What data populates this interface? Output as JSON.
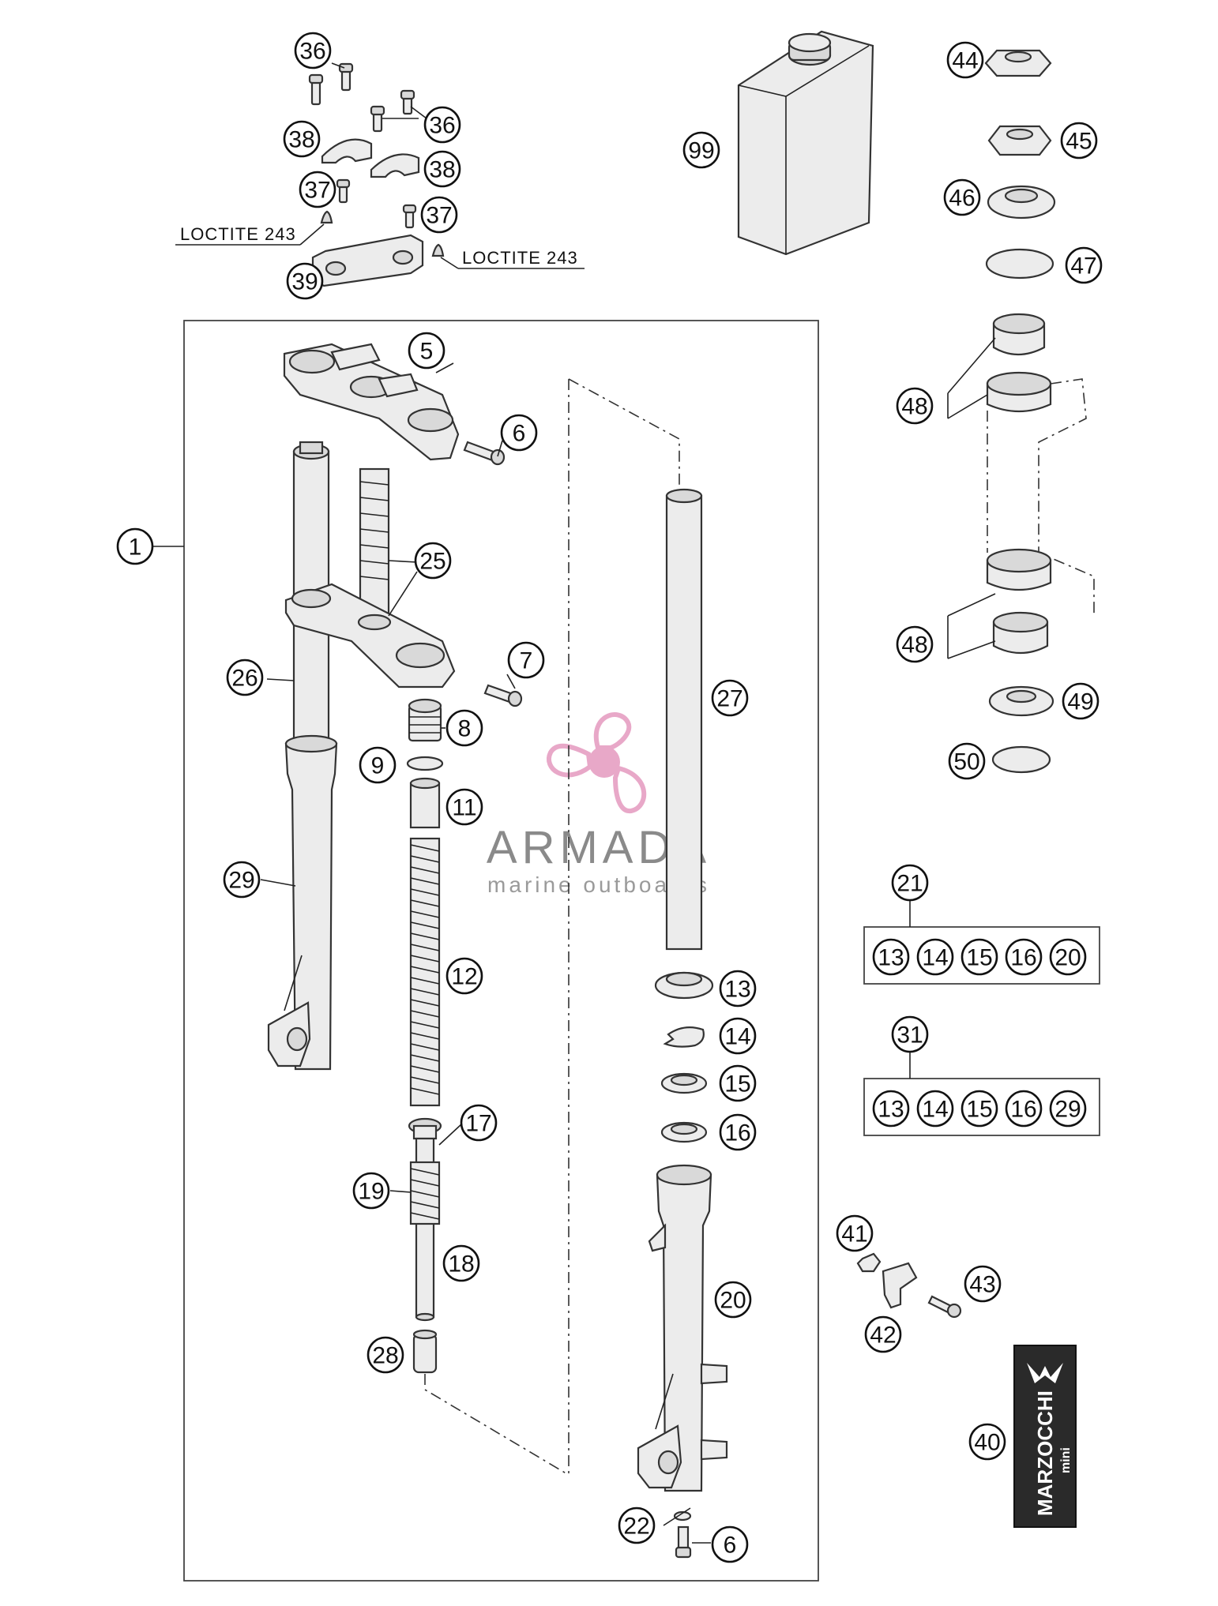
{
  "callouts": [
    "1",
    "5",
    "6",
    "7",
    "8",
    "9",
    "11",
    "12",
    "13",
    "14",
    "15",
    "16",
    "17",
    "18",
    "19",
    "20",
    "21",
    "22",
    "25",
    "26",
    "27",
    "28",
    "29",
    "31",
    "36",
    "37",
    "38",
    "39",
    "40",
    "41",
    "42",
    "43",
    "44",
    "45",
    "46",
    "47",
    "48",
    "49",
    "50",
    "99"
  ],
  "notes": {
    "loctite_left": "LOCTITE 243",
    "loctite_right": "LOCTITE 243"
  },
  "kit_21": {
    "label": "21",
    "parts": [
      "13",
      "14",
      "15",
      "16",
      "20"
    ]
  },
  "kit_31": {
    "label": "31",
    "parts": [
      "13",
      "14",
      "15",
      "16",
      "29"
    ]
  },
  "watermark": {
    "title": "ARMADA",
    "subtitle": "marine outboards",
    "color": "#e8a8c8"
  },
  "decal": {
    "brand": "MARZOCCHI",
    "sub": "mini"
  }
}
